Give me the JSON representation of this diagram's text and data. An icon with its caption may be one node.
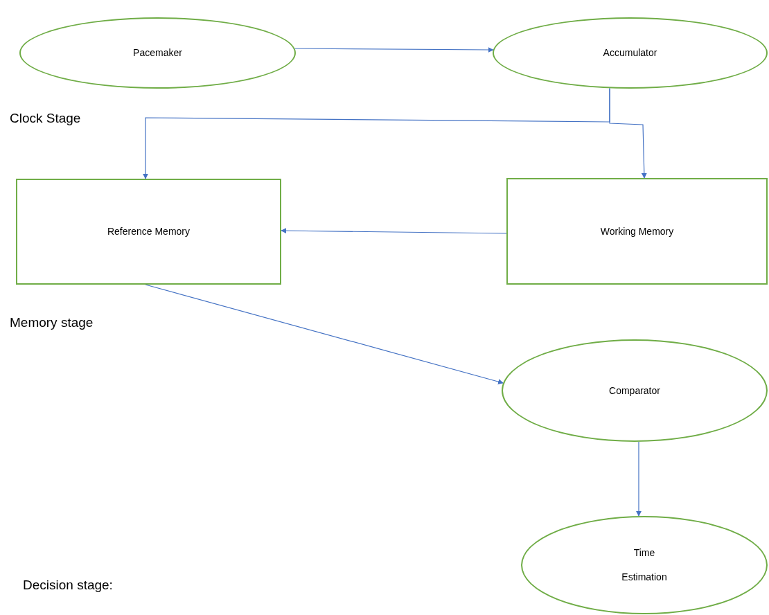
{
  "diagram": {
    "nodes": [
      {
        "text": [
          "Pacemaker"
        ]
      },
      {
        "text": [
          "Accumulator"
        ]
      },
      {
        "text": [
          "Reference Memory"
        ]
      },
      {
        "text": [
          "Working Memory"
        ]
      },
      {
        "text": [
          "Comparator"
        ]
      },
      {
        "text": [
          "Time Estimation"
        ]
      }
    ],
    "edges": [
      {
        "from": 0,
        "to": 1,
        "arrow": "to"
      },
      {
        "from": 1,
        "to": 2,
        "arrow": "to"
      },
      {
        "from": 1,
        "to": 3,
        "arrow": "to"
      },
      {
        "from": 3,
        "to": 2,
        "arrow": "to"
      },
      {
        "from": 2,
        "to": 4,
        "arrow": "to"
      },
      {
        "from": 4,
        "to": 5,
        "arrow": "to"
      }
    ],
    "labels": [
      "Clock Stage",
      "Memory stage",
      "Decision stage:"
    ]
  }
}
